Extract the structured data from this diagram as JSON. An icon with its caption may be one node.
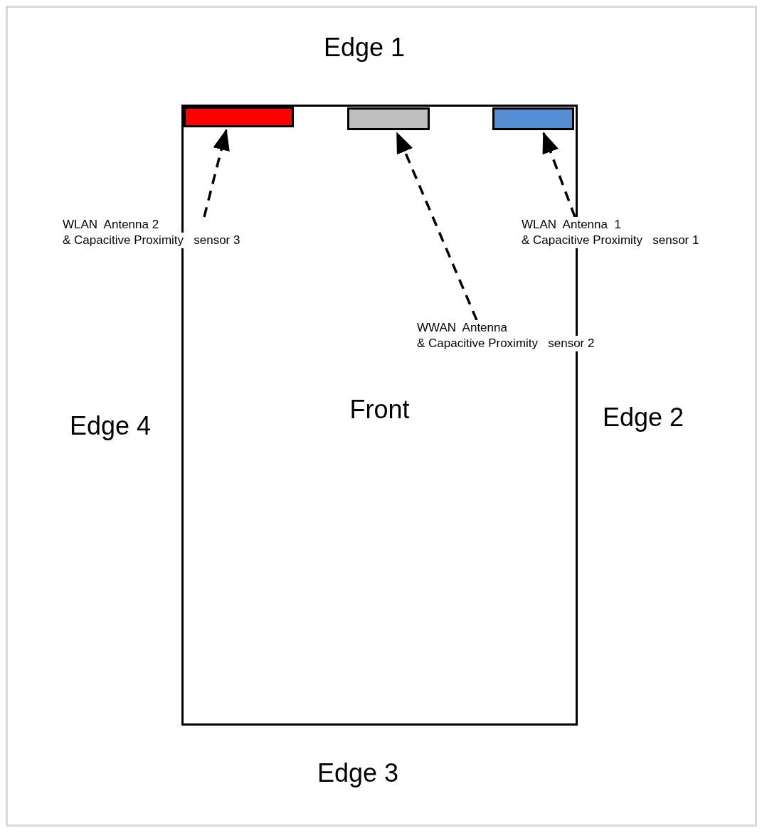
{
  "diagram": {
    "nodes": [
      {
        "text": [
          "Front"
        ]
      },
      {
        "text": [],
        "shape": "bar",
        "in": 0
      },
      {
        "text": [],
        "shape": "bar",
        "in": 0
      },
      {
        "text": [],
        "shape": "bar",
        "in": 0
      },
      {
        "text": [
          "WLAN  Antenna 2",
          "& Capacitive Proximity   sensor 3"
        ]
      },
      {
        "text": [
          "WWAN  Antenna",
          "& Capacitive Proximity   sensor 2"
        ]
      },
      {
        "text": [
          "WLAN  Antenna  1",
          "& Capacitive Proximity   sensor 1"
        ]
      }
    ],
    "edges": [
      {
        "from": 4,
        "to": 1,
        "arrow": "to",
        "style": "dashed"
      },
      {
        "from": 5,
        "to": 2,
        "arrow": "to",
        "style": "dashed"
      },
      {
        "from": 6,
        "to": 3,
        "arrow": "to",
        "style": "dashed"
      }
    ],
    "labels": [
      "Edge 1",
      "Edge 4",
      "Edge 2",
      "Edge 3"
    ]
  }
}
